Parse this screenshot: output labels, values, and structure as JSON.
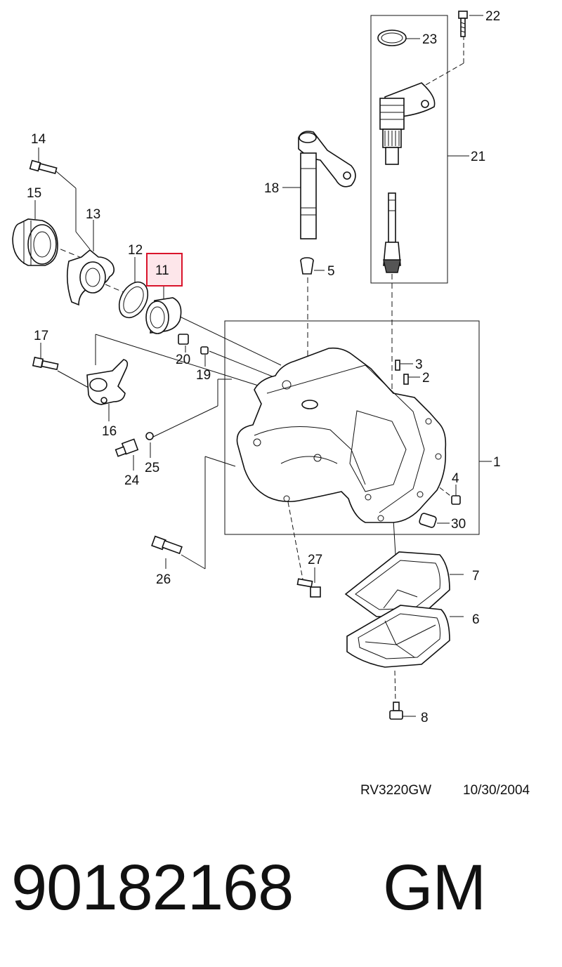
{
  "diagram": {
    "callouts": {
      "c1": "1",
      "c2": "2",
      "c3": "3",
      "c4": "4",
      "c5": "5",
      "c6": "6",
      "c7": "7",
      "c8": "8",
      "c11": "11",
      "c12": "12",
      "c13": "13",
      "c14": "14",
      "c15": "15",
      "c16": "16",
      "c17": "17",
      "c18": "18",
      "c19": "19",
      "c20": "20",
      "c21": "21",
      "c22": "22",
      "c23": "23",
      "c24": "24",
      "c25": "25",
      "c26": "26",
      "c27": "27",
      "c30": "30"
    },
    "highlighted_callout": "11",
    "highlight_color": "#d9142b",
    "highlight_fill": "#fde6ea",
    "sheet_code": "RV3220GW",
    "sheet_date": "10/30/2004"
  },
  "footer": {
    "part_number": "90182168",
    "brand": "GM"
  }
}
